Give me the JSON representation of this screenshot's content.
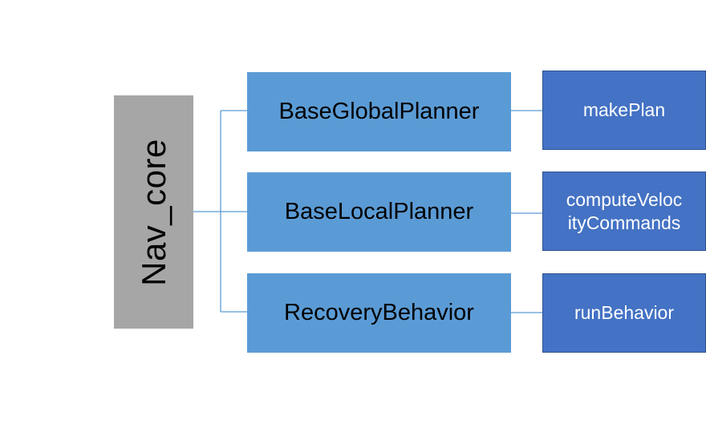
{
  "root": {
    "label": "Nav_core"
  },
  "colors": {
    "root_fill": "#a6a6a6",
    "mid_fill": "#5b9bd5",
    "leaf_fill": "#4472c4",
    "leaf_border": "#2f528f",
    "connector": "#5b9bd5"
  },
  "branches": [
    {
      "interface": "BaseGlobalPlanner",
      "method": "makePlan"
    },
    {
      "interface": "BaseLocalPlanner",
      "method": "computeVelocityCommands",
      "method_lines": [
        "computeVeloc",
        "ityCommands"
      ]
    },
    {
      "interface": "RecoveryBehavior",
      "method": "runBehavior"
    }
  ]
}
